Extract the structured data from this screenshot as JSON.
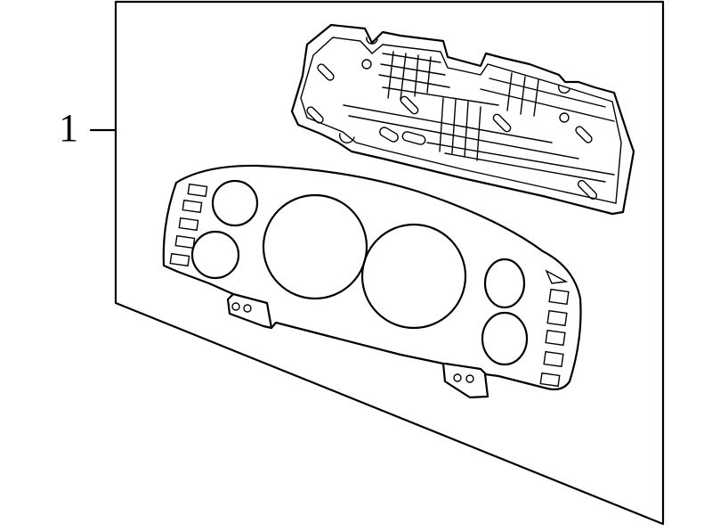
{
  "callout": {
    "number": "1"
  },
  "colors": {
    "line": "#000000",
    "background": "#ffffff"
  },
  "parts": [
    {
      "id": "instrument-cluster-housing",
      "callout": "1"
    },
    {
      "id": "circuit-board-backing"
    }
  ]
}
